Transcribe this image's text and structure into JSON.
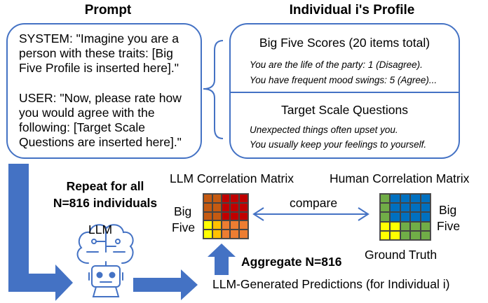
{
  "prompt_panel": {
    "title": "Prompt",
    "system_text": "SYSTEM: \"Imagine you are a person with these traits: [Big Five Profile is inserted here].\"",
    "user_text": "USER: \"Now, please rate how you would agree with the following: [Target Scale Questions are inserted here].\""
  },
  "profile_panel": {
    "title": "Individual i's Profile",
    "big_five_heading": "Big Five Scores (20 items total)",
    "big_five_items": [
      "You are the life of the party: 1 (Disagree).",
      "You have frequent mood swings: 5 (Agree)..."
    ],
    "target_heading": "Target Scale Questions",
    "target_items": [
      "Unexpected things often upset you.",
      "You usually keep your feelings to yourself."
    ]
  },
  "flow": {
    "repeat_line1": "Repeat for all",
    "repeat_line2": "N=816 individuals",
    "llm_label": "LLM",
    "predictions_label": "LLM-Generated Predictions (for Individual i)",
    "aggregate_label": "Aggregate N=816",
    "compare_label": "compare"
  },
  "llm_matrix": {
    "title": "LLM Correlation Matrix",
    "side_label_1": "Big",
    "side_label_2": "Five",
    "cells": [
      [
        "#c55a11",
        "#c55a11",
        "#c00000",
        "#c00000",
        "#c00000"
      ],
      [
        "#c55a11",
        "#c55a11",
        "#c00000",
        "#c00000",
        "#c00000"
      ],
      [
        "#c55a11",
        "#c55a11",
        "#c00000",
        "#c00000",
        "#c00000"
      ],
      [
        "#ffff00",
        "#ffc000",
        "#ed7d31",
        "#ed7d31",
        "#ed7d31"
      ],
      [
        "#ffff00",
        "#ffc000",
        "#ed7d31",
        "#ed7d31",
        "#ed7d31"
      ]
    ]
  },
  "human_matrix": {
    "title": "Human Correlation Matrix",
    "side_label_1": "Big",
    "side_label_2": "Five",
    "caption": "Ground Truth",
    "cells": [
      [
        "#70ad47",
        "#0070c0",
        "#0070c0",
        "#0070c0",
        "#0070c0"
      ],
      [
        "#70ad47",
        "#0070c0",
        "#0070c0",
        "#0070c0",
        "#0070c0"
      ],
      [
        "#70ad47",
        "#0070c0",
        "#0070c0",
        "#0070c0",
        "#0070c0"
      ],
      [
        "#ffff00",
        "#ffff00",
        "#70ad47",
        "#70ad47",
        "#70ad47"
      ],
      [
        "#ffff00",
        "#ffff00",
        "#70ad47",
        "#70ad47",
        "#70ad47"
      ]
    ]
  },
  "colors": {
    "accent": "#4472c4",
    "arrow": "#4472c4"
  }
}
